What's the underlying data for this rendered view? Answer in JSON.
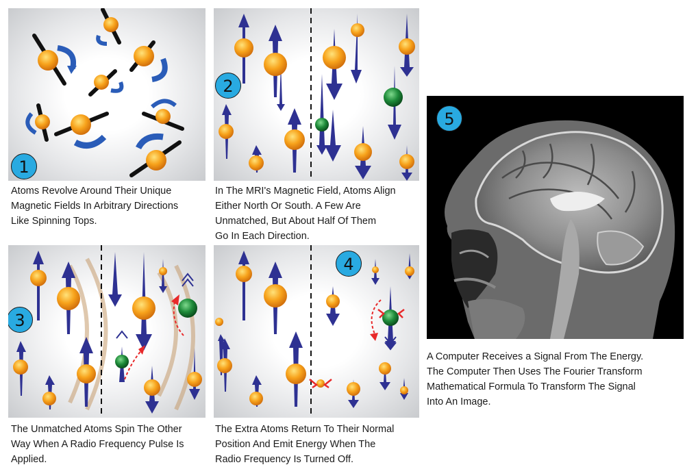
{
  "steps": [
    {
      "number": "1",
      "caption_lines": [
        "Atoms Revolve Around Their Unique",
        "Magnetic Fields In Arbitrary Directions",
        "Like Spinning Tops."
      ]
    },
    {
      "number": "2",
      "caption_lines": [
        "In The MRI's Magnetic Field, Atoms Align",
        "Either North Or South. A Few Are",
        "Unmatched, But About Half Of Them",
        "Go In Each Direction."
      ]
    },
    {
      "number": "3",
      "caption_lines": [
        "The Unmatched Atoms Spin The Other",
        "Way When A Radio Frequency Pulse Is",
        "Applied."
      ]
    },
    {
      "number": "4",
      "caption_lines": [
        "The Extra Atoms Return To Their Normal",
        "Position And Emit Energy When The",
        "Radio Frequency Is Turned Off."
      ]
    },
    {
      "number": "5",
      "caption_lines": [
        "A Computer Receives a Signal From The Energy.",
        "The Computer Then Uses The Fourier Transform",
        "Mathematical Formula To Transform The Signal",
        "Into An Image."
      ]
    }
  ],
  "colors": {
    "atom": "#f7a21b",
    "unmatched_atom": "#1e8b3a",
    "arrow": "#2e3192",
    "badge": "#29aae1",
    "rf_pulse": "#e8292a"
  }
}
